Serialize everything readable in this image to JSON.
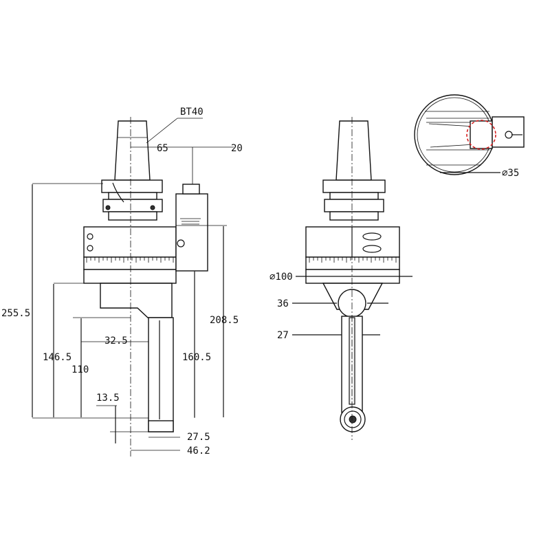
{
  "side_view": {
    "taper_label": "BT40",
    "dims": {
      "offset_top": "65",
      "width_top": "20",
      "overall_height": "255.5",
      "height_208": "208.5",
      "height_146": "146.5",
      "height_110": "110",
      "height_160": "160.5",
      "offset_32": "32.5",
      "offset_13": "13.5",
      "width_27": "27.5",
      "width_46": "46.2"
    }
  },
  "front_view": {
    "dims": {
      "diameter_100": "∅100",
      "width_36": "36",
      "width_27": "27"
    }
  },
  "detail_view": {
    "dims": {
      "diameter_35": "∅35"
    },
    "highlight_color": "#d62020"
  }
}
